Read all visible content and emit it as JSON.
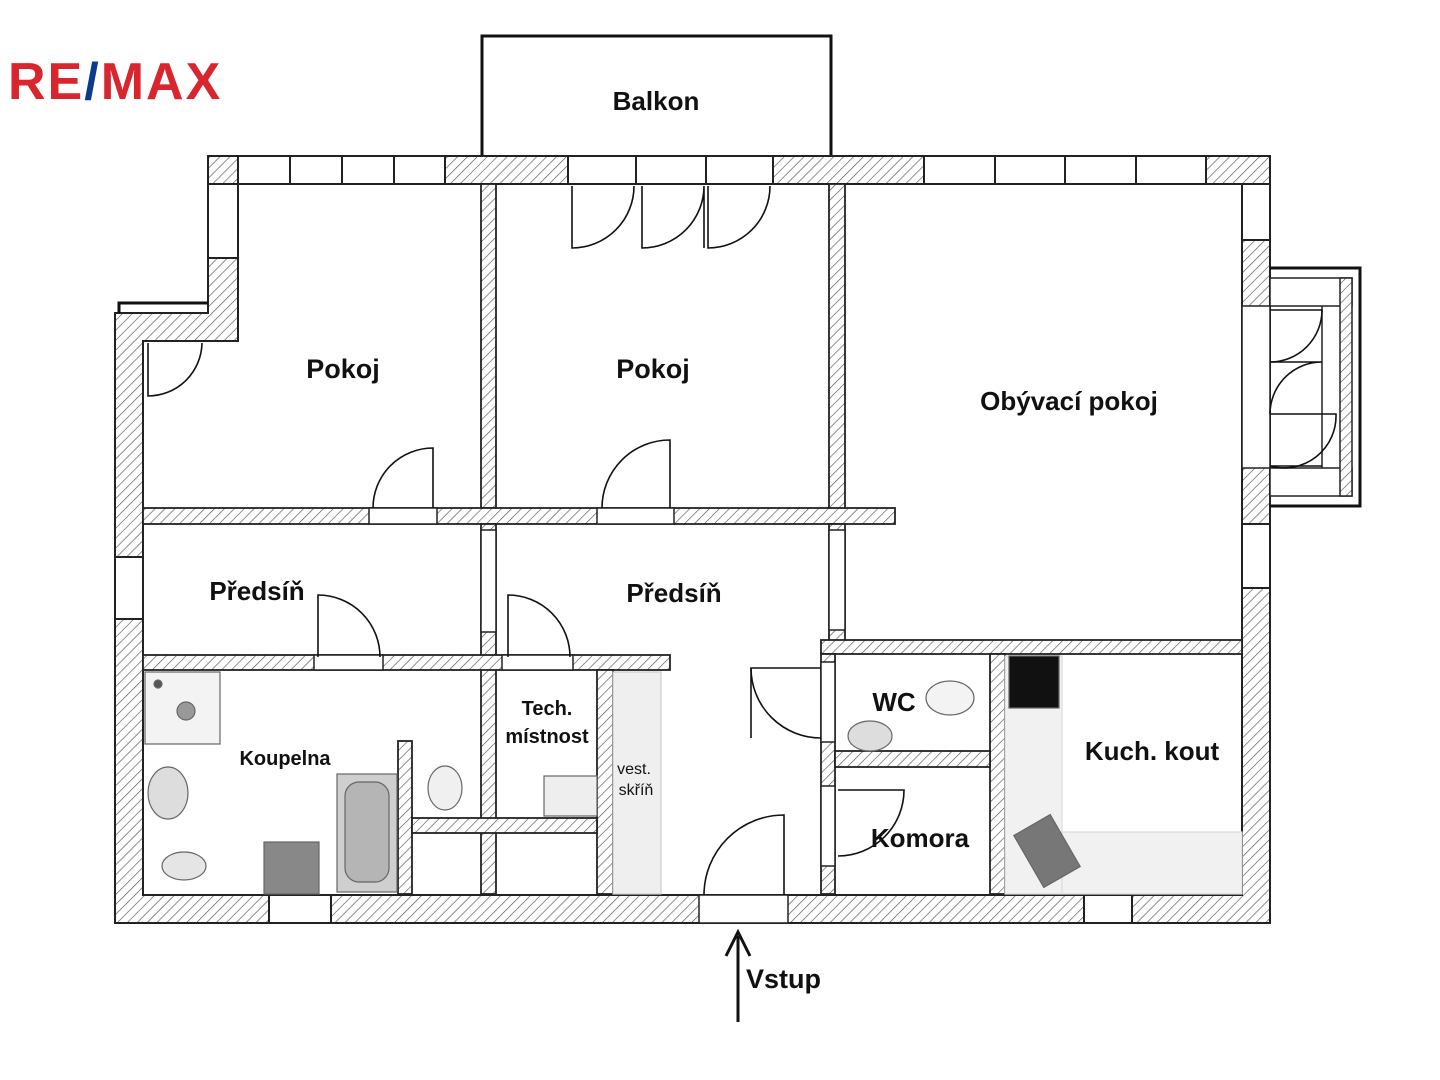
{
  "logo": {
    "left": "RE",
    "slash": "/",
    "right": "MAX",
    "colors": {
      "primary": "#d9262e",
      "slash": "#0b3c8c"
    }
  },
  "rooms": {
    "balkon": "Balkon",
    "pokoj1": "Pokoj",
    "pokoj2": "Pokoj",
    "obyvaci": "Obývací pokoj",
    "predsin1": "Předsíň",
    "predsin2": "Předsíň",
    "koupelna": "Koupelna",
    "tech_line1": "Tech.",
    "tech_line2": "místnost",
    "vest_line1": "vest.",
    "vest_line2": "skříň",
    "wc": "WC",
    "kuch": "Kuch. kout",
    "komora": "Komora"
  },
  "entrance": {
    "label": "Vstup"
  },
  "colors": {
    "wall_stroke": "#222222",
    "hatch": "#444444",
    "fixture": "#bfbfbf"
  }
}
